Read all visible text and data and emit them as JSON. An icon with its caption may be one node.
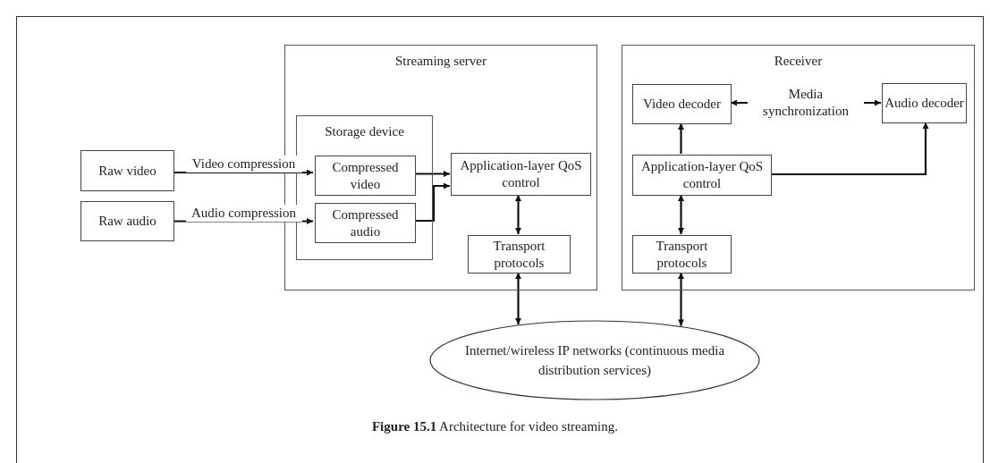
{
  "diagram": {
    "caption": "**Figure 15.1** Architecture for video streaming.",
    "nodes": [
      {
        "text": [
          "Streaming server"
        ]
      },
      {
        "text": [
          "Storage device"
        ],
        "in": 0
      },
      {
        "text": [
          "Raw video"
        ]
      },
      {
        "text": [
          "Raw audio"
        ]
      },
      {
        "text": [
          "Compressed video"
        ],
        "in": 1
      },
      {
        "text": [
          "Compressed audio"
        ],
        "in": 1
      },
      {
        "text": [
          "Application-layer QoS control"
        ],
        "in": 0
      },
      {
        "text": [
          "Transport protocols"
        ],
        "in": 0
      },
      {
        "text": [
          "Receiver"
        ]
      },
      {
        "text": [
          "Video decoder"
        ],
        "in": 8
      },
      {
        "text": [
          "Audio decoder"
        ],
        "in": 8
      },
      {
        "text": [
          "Application-layer QoS control"
        ],
        "in": 8
      },
      {
        "text": [
          "Transport protocols"
        ],
        "in": 8
      },
      {
        "text": [
          "Internet/wireless IP networks (continuous media distribution services)"
        ]
      }
    ],
    "edges": [
      {
        "from": 2,
        "to": 4,
        "arrow": "to",
        "label": "Video compression"
      },
      {
        "from": 3,
        "to": 5,
        "arrow": "to",
        "label": "Audio compression"
      },
      {
        "from": 4,
        "to": 6,
        "arrow": "to"
      },
      {
        "from": 5,
        "to": 6,
        "arrow": "to"
      },
      {
        "from": 6,
        "to": 7,
        "arrow": "both"
      },
      {
        "from": 7,
        "to": 13,
        "arrow": "both"
      },
      {
        "from": 12,
        "to": 13,
        "arrow": "both"
      },
      {
        "from": 11,
        "to": 12,
        "arrow": "both"
      },
      {
        "from": 11,
        "to": 9,
        "arrow": "to"
      },
      {
        "from": 11,
        "to": 10,
        "arrow": "to"
      },
      {
        "from": 9,
        "to": 10,
        "arrow": "both",
        "label": "Media synchronization"
      }
    ]
  }
}
